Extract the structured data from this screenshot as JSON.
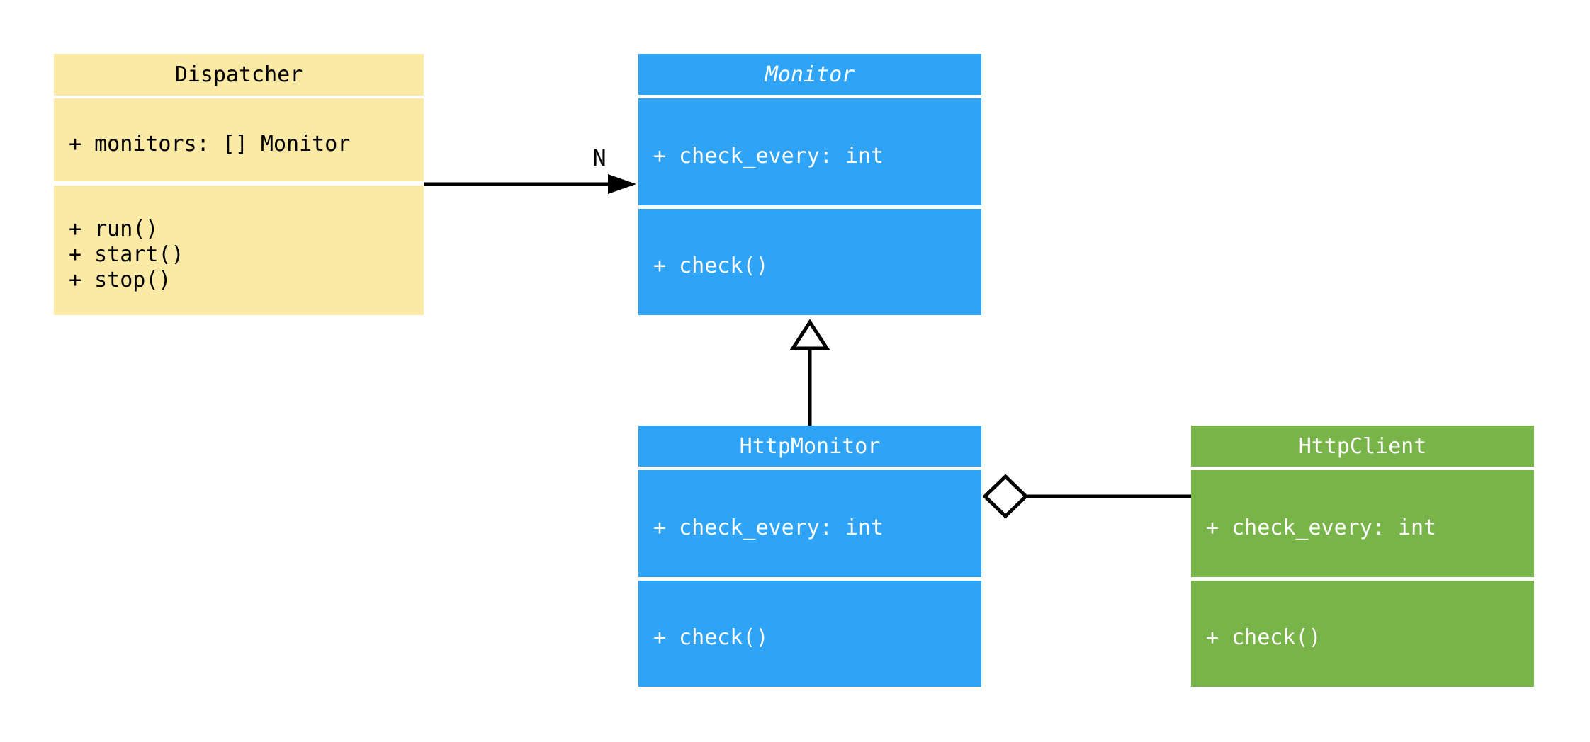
{
  "diagram": {
    "type": "uml-class-diagram",
    "classes": [
      {
        "name": "Dispatcher",
        "abstract": false,
        "color": "yellow",
        "attributes": [
          "+ monitors: [] Monitor"
        ],
        "methods": [
          "+ run()",
          "+ start()",
          "+ stop()"
        ]
      },
      {
        "name": "Monitor",
        "abstract": true,
        "color": "blue",
        "attributes": [
          "+ check_every: int"
        ],
        "methods": [
          "+ check()"
        ]
      },
      {
        "name": "HttpMonitor",
        "abstract": false,
        "color": "blue",
        "attributes": [
          "+ check_every: int"
        ],
        "methods": [
          "+ check()"
        ]
      },
      {
        "name": "HttpClient",
        "abstract": false,
        "color": "green",
        "attributes": [
          "+ check_every: int"
        ],
        "methods": [
          "+ check()"
        ]
      }
    ],
    "relations": [
      {
        "from": "Dispatcher",
        "to": "Monitor",
        "type": "directed-association",
        "label": "N"
      },
      {
        "from": "HttpMonitor",
        "to": "Monitor",
        "type": "inheritance",
        "label": ""
      },
      {
        "from": "HttpMonitor",
        "to": "HttpClient",
        "type": "aggregation",
        "label": ""
      }
    ]
  },
  "colors": {
    "yellow": "#FBE9A6",
    "blue": "#2FA4F7",
    "green": "#79B44A",
    "line": "#000000",
    "text_light": "#FFFFFF",
    "text_dark": "#000000",
    "background": "#FFFFFF"
  }
}
